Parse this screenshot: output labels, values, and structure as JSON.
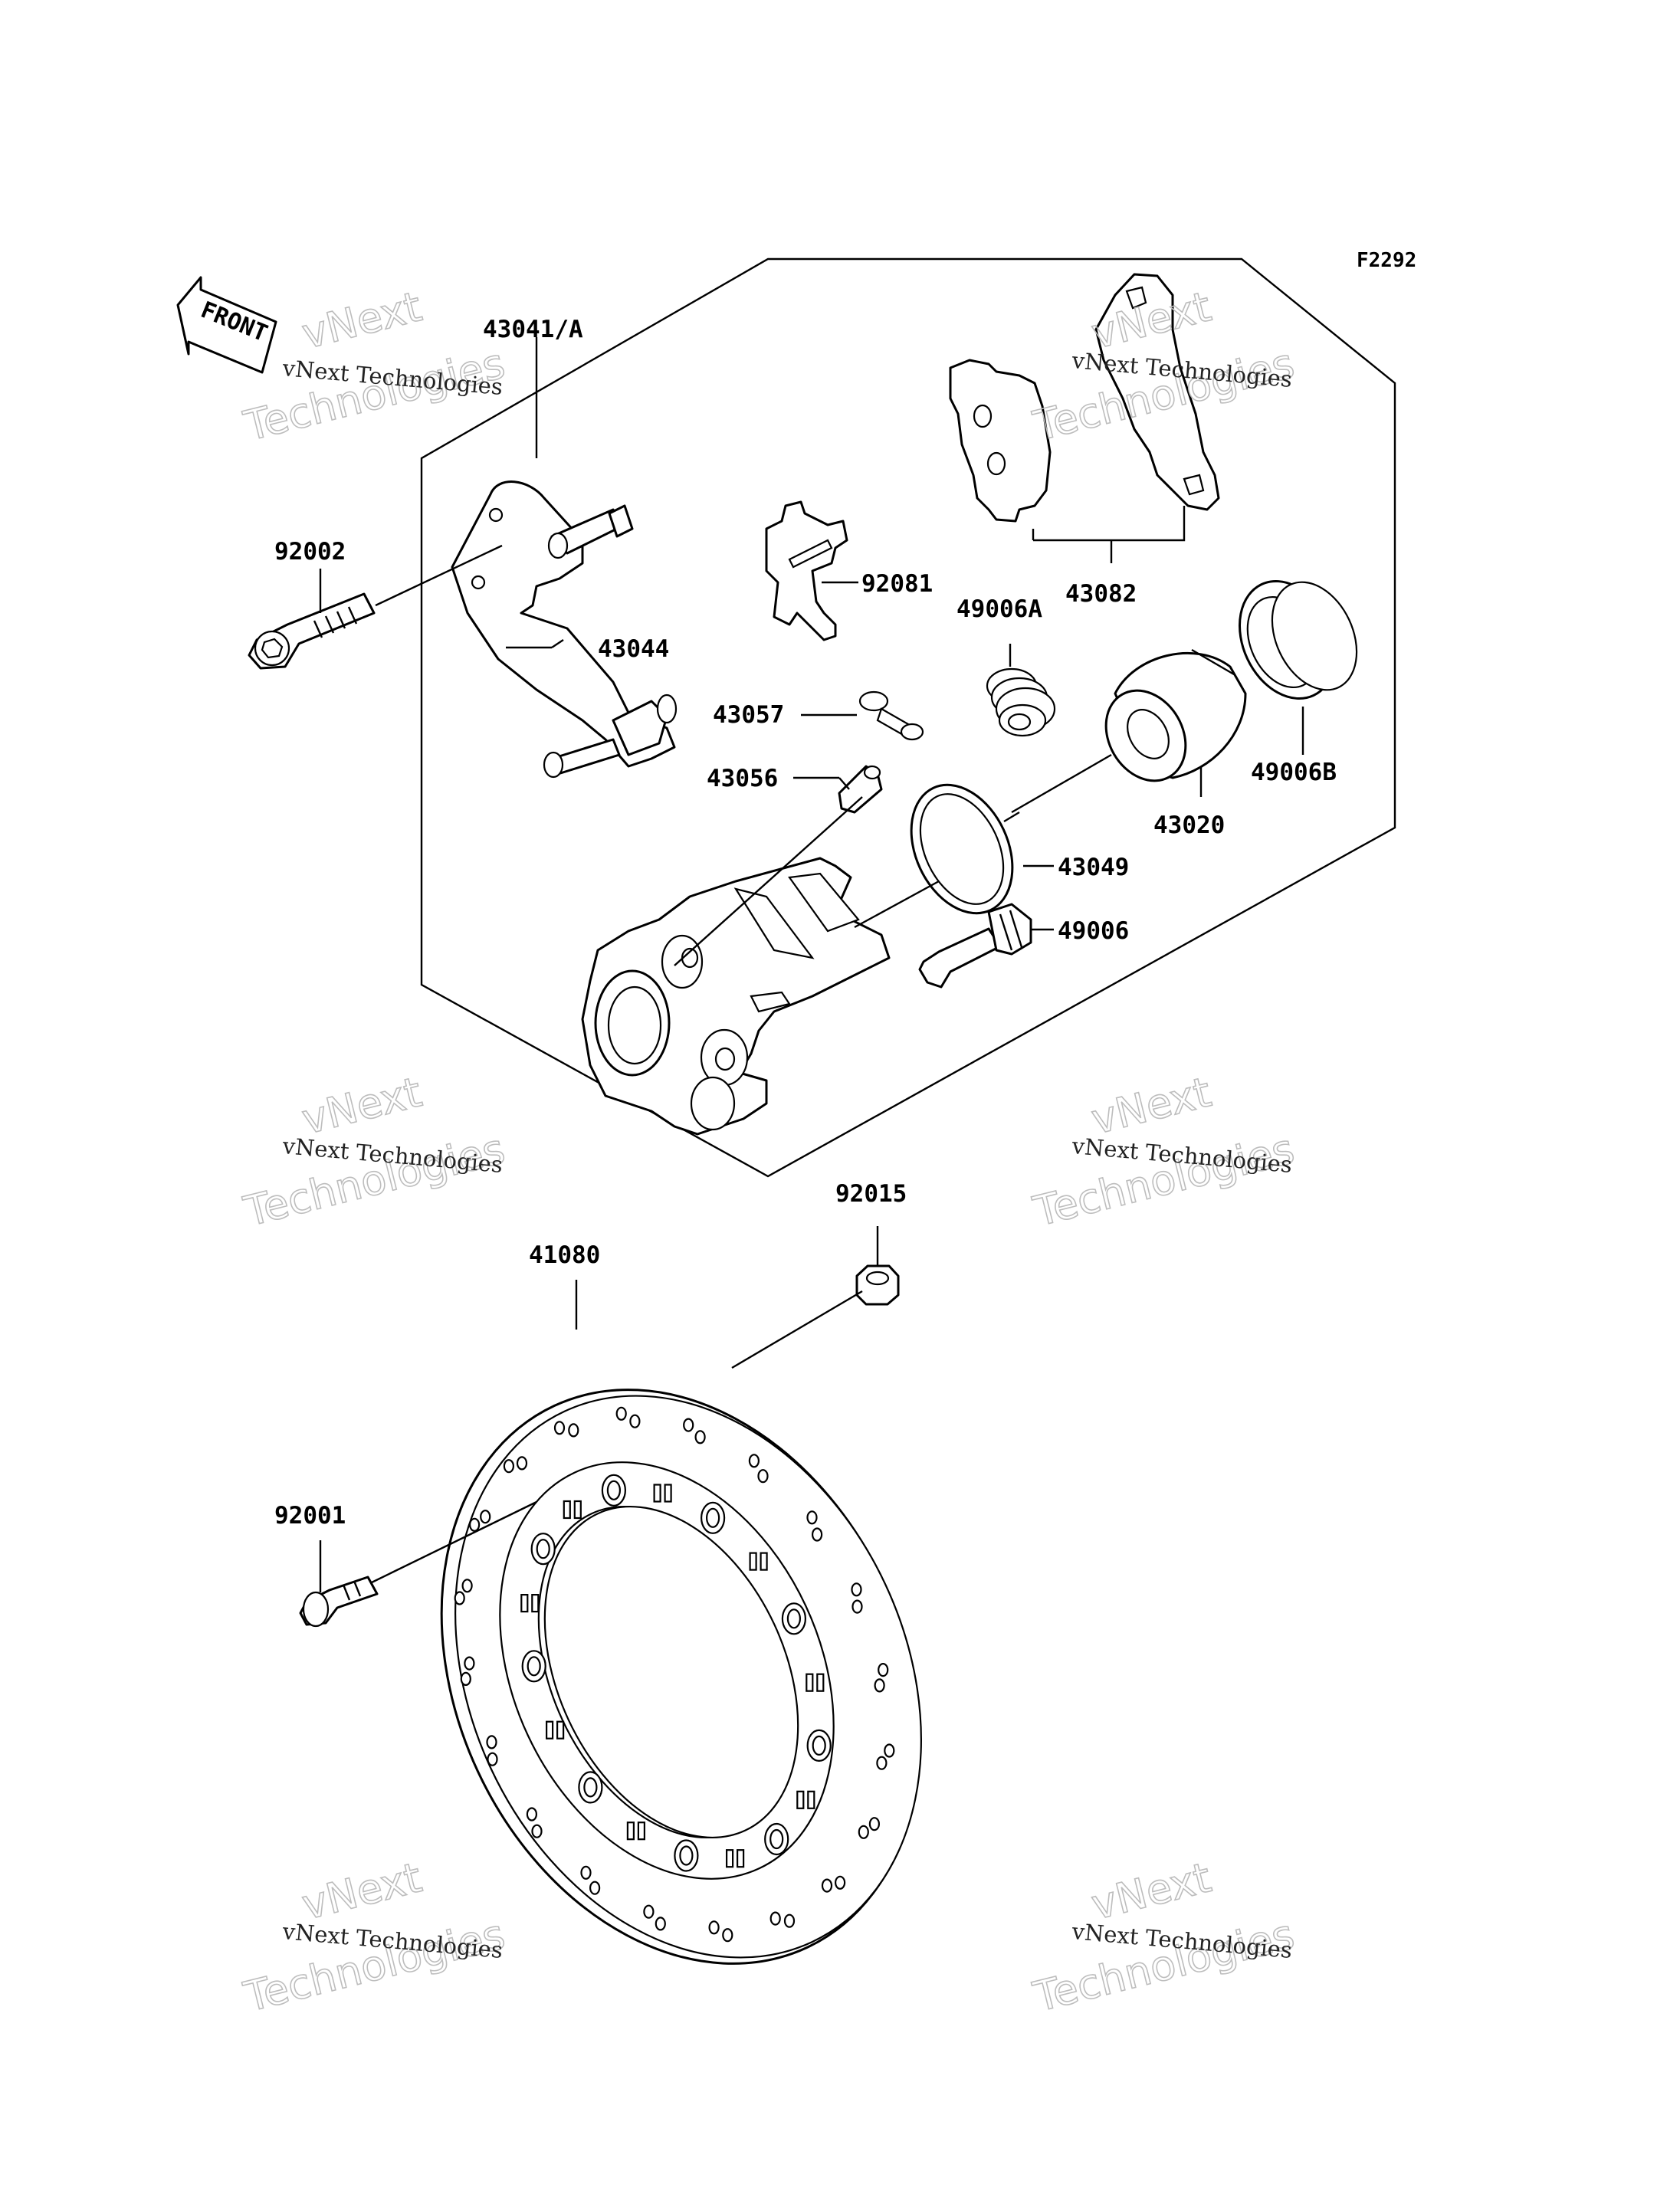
{
  "figure_code": "F2292",
  "front_label": "FRONT",
  "watermark": {
    "line1": "vNext Technologies",
    "big_top": "vNext",
    "big_bottom": "Technologies"
  },
  "parts": {
    "p43041A": "43041/A",
    "p92002": "92002",
    "p43044": "43044",
    "p92081": "92081",
    "p43082": "43082",
    "p49006A": "49006A",
    "p43057": "43057",
    "p43056": "43056",
    "p49006B": "49006B",
    "p43020": "43020",
    "p43049": "43049",
    "p49006": "49006",
    "p92015": "92015",
    "p41080": "41080",
    "p92001": "92001"
  }
}
